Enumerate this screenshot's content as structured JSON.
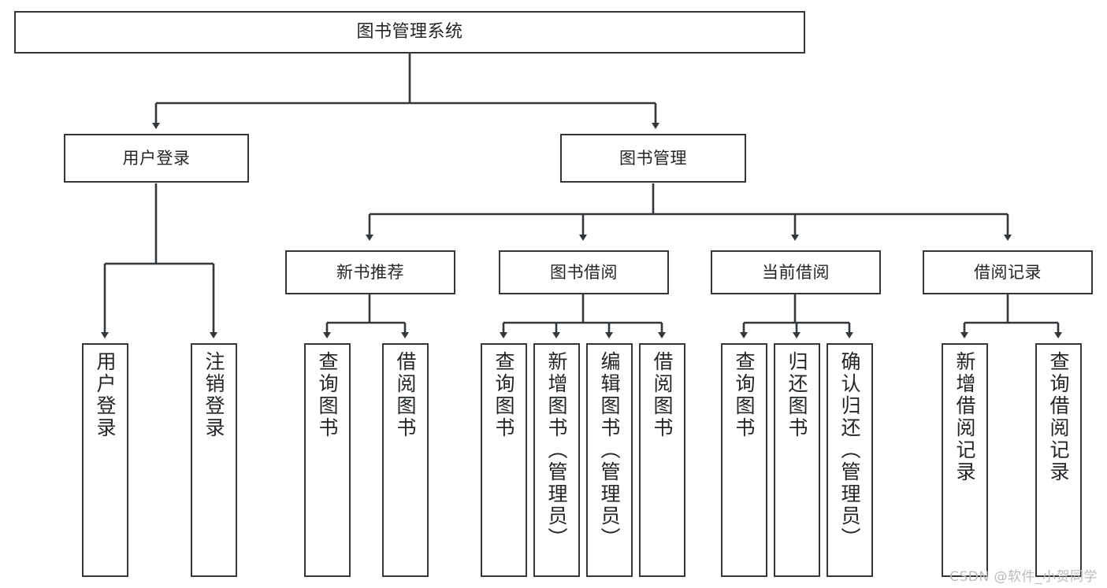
{
  "diagram": {
    "type": "tree-hierarchy",
    "title": "图书管理系统",
    "root": {
      "label": "图书管理系统"
    },
    "level2": [
      {
        "label": "用户登录"
      },
      {
        "label": "图书管理"
      }
    ],
    "level3": [
      {
        "label": "新书推荐"
      },
      {
        "label": "图书借阅"
      },
      {
        "label": "当前借阅"
      },
      {
        "label": "借阅记录"
      }
    ],
    "leaves": {
      "user_login": [
        {
          "label": "用户登录"
        },
        {
          "label": "注销登录"
        }
      ],
      "new_book_recommend": [
        {
          "label": "查询图书"
        },
        {
          "label": "借阅图书"
        }
      ],
      "book_borrow": [
        {
          "label": "查询图书"
        },
        {
          "label": "新增图书（管理员）"
        },
        {
          "label": "编辑图书（管理员）"
        },
        {
          "label": "借阅图书"
        }
      ],
      "current_borrow": [
        {
          "label": "查询图书"
        },
        {
          "label": "归还图书"
        },
        {
          "label": "确认归还（管理员）"
        }
      ],
      "borrow_record": [
        {
          "label": "新增借阅记录"
        },
        {
          "label": "查询借阅记录"
        }
      ]
    }
  },
  "watermark": {
    "text": "CSDN @软件_小贺同学"
  },
  "colors": {
    "stroke": "#32373b",
    "text": "#222629",
    "background": "#ffffff",
    "watermark": "#b9bcbf"
  }
}
